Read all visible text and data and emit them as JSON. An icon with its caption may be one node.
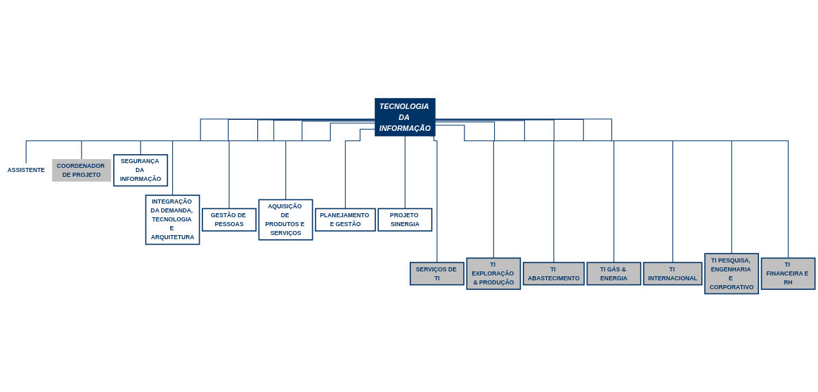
{
  "diagram": {
    "nodes": [
      {
        "text": [
          "TECNOLOGIA DA INFORMAÇÃO"
        ]
      },
      {
        "text": [
          "ASSISTENTE"
        ]
      },
      {
        "text": [
          "COORDENADOR DE PROJETO"
        ]
      },
      {
        "text": [
          "SEGURANÇA DA INFORMAÇÃO"
        ]
      },
      {
        "text": [
          "INTEGRAÇÃO DA DEMANDA, TECNOLOGIA E ARQUITETURA"
        ]
      },
      {
        "text": [
          "GESTÃO DE PESSOAS"
        ]
      },
      {
        "text": [
          "AQUISIÇÃO DE PRODUTOS E SERVIÇOS"
        ]
      },
      {
        "text": [
          "PLANEJAMENTO E GESTÃO"
        ]
      },
      {
        "text": [
          "PROJETO SINERGIA"
        ]
      },
      {
        "text": [
          "SERVIÇOS DE TI"
        ]
      },
      {
        "text": [
          "TI EXPLORAÇÃO & PRODUÇÃO"
        ]
      },
      {
        "text": [
          "TI ABASTECIMENTO"
        ]
      },
      {
        "text": [
          "TI GÁS & ENERGIA"
        ]
      },
      {
        "text": [
          "TI INTERNACIONAL"
        ]
      },
      {
        "text": [
          "TI PESQUISA, ENGENHARIA E CORPORATIVO"
        ]
      },
      {
        "text": [
          "TI FINANCEIRA E RH"
        ]
      }
    ],
    "edges": [
      {
        "from": 0,
        "to": 1,
        "arrow": "none"
      },
      {
        "from": 0,
        "to": 2,
        "arrow": "none"
      },
      {
        "from": 0,
        "to": 3,
        "arrow": "none"
      },
      {
        "from": 0,
        "to": 4,
        "arrow": "none"
      },
      {
        "from": 0,
        "to": 5,
        "arrow": "none"
      },
      {
        "from": 0,
        "to": 6,
        "arrow": "none"
      },
      {
        "from": 0,
        "to": 7,
        "arrow": "none"
      },
      {
        "from": 0,
        "to": 8,
        "arrow": "none"
      },
      {
        "from": 0,
        "to": 9,
        "arrow": "none"
      },
      {
        "from": 0,
        "to": 10,
        "arrow": "none"
      },
      {
        "from": 0,
        "to": 11,
        "arrow": "none"
      },
      {
        "from": 0,
        "to": 12,
        "arrow": "none"
      },
      {
        "from": 0,
        "to": 13,
        "arrow": "none"
      },
      {
        "from": 0,
        "to": 14,
        "arrow": "none"
      },
      {
        "from": 0,
        "to": 15,
        "arrow": "none"
      }
    ]
  }
}
